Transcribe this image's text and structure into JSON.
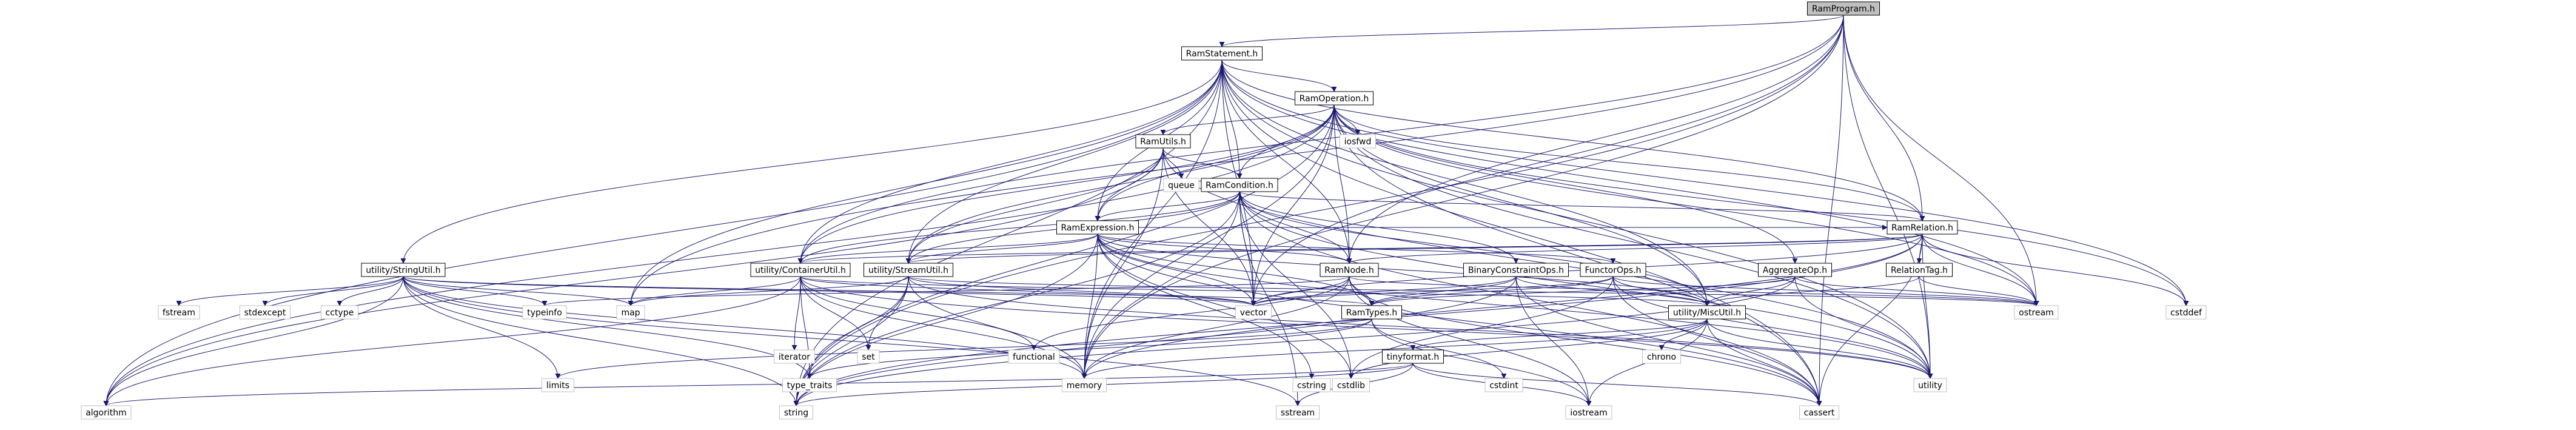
{
  "colors": {
    "edge": "#191970",
    "node_border": "#bfbfbf",
    "header_border": "#000000",
    "header_fill": "#bfbfbf",
    "node_fill": "#ffffff"
  },
  "graph": {
    "root": "RamProgram.h",
    "nodes": [
      {
        "id": "RamProgram.h",
        "label": "RamProgram.h",
        "type": "header",
        "focus": true
      },
      {
        "id": "RamStatement.h",
        "label": "RamStatement.h",
        "type": "header"
      },
      {
        "id": "RamOperation.h",
        "label": "RamOperation.h",
        "type": "header"
      },
      {
        "id": "RamUtils.h",
        "label": "RamUtils.h",
        "type": "header"
      },
      {
        "id": "RamCondition.h",
        "label": "RamCondition.h",
        "type": "header"
      },
      {
        "id": "RamExpression.h",
        "label": "RamExpression.h",
        "type": "header"
      },
      {
        "id": "RamRelation.h",
        "label": "RamRelation.h",
        "type": "header"
      },
      {
        "id": "RamNode.h",
        "label": "RamNode.h",
        "type": "header"
      },
      {
        "id": "RamTypes.h",
        "label": "RamTypes.h",
        "type": "header"
      },
      {
        "id": "RelationTag.h",
        "label": "RelationTag.h",
        "type": "header"
      },
      {
        "id": "AggregateOp.h",
        "label": "AggregateOp.h",
        "type": "header"
      },
      {
        "id": "BinaryConstraintOps.h",
        "label": "BinaryConstraintOps.h",
        "type": "header"
      },
      {
        "id": "FunctorOps.h",
        "label": "FunctorOps.h",
        "type": "header"
      },
      {
        "id": "utility/StringUtil.h",
        "label": "utility/StringUtil.h",
        "type": "header"
      },
      {
        "id": "utility/ContainerUtil.h",
        "label": "utility/ContainerUtil.h",
        "type": "header"
      },
      {
        "id": "utility/StreamUtil.h",
        "label": "utility/StreamUtil.h",
        "type": "header"
      },
      {
        "id": "utility/MiscUtil.h",
        "label": "utility/MiscUtil.h",
        "type": "header"
      },
      {
        "id": "tinyformat.h",
        "label": "tinyformat.h",
        "type": "header"
      },
      {
        "id": "iosfwd",
        "label": "iosfwd",
        "type": "system"
      },
      {
        "id": "queue",
        "label": "queue",
        "type": "system"
      },
      {
        "id": "cstddef",
        "label": "cstddef",
        "type": "system"
      },
      {
        "id": "fstream",
        "label": "fstream",
        "type": "system"
      },
      {
        "id": "stdexcept",
        "label": "stdexcept",
        "type": "system"
      },
      {
        "id": "cctype",
        "label": "cctype",
        "type": "system"
      },
      {
        "id": "typeinfo",
        "label": "typeinfo",
        "type": "system"
      },
      {
        "id": "map",
        "label": "map",
        "type": "system"
      },
      {
        "id": "iterator",
        "label": "iterator",
        "type": "system"
      },
      {
        "id": "set",
        "label": "set",
        "type": "system"
      },
      {
        "id": "functional",
        "label": "functional",
        "type": "system"
      },
      {
        "id": "vector",
        "label": "vector",
        "type": "system"
      },
      {
        "id": "ostream",
        "label": "ostream",
        "type": "system"
      },
      {
        "id": "limits",
        "label": "limits",
        "type": "system"
      },
      {
        "id": "type_traits",
        "label": "type_traits",
        "type": "system"
      },
      {
        "id": "memory",
        "label": "memory",
        "type": "system"
      },
      {
        "id": "cstring",
        "label": "cstring",
        "type": "system"
      },
      {
        "id": "cstdlib",
        "label": "cstdlib",
        "type": "system"
      },
      {
        "id": "cstdint",
        "label": "cstdint",
        "type": "system"
      },
      {
        "id": "chrono",
        "label": "chrono",
        "type": "system"
      },
      {
        "id": "utility",
        "label": "utility",
        "type": "system"
      },
      {
        "id": "algorithm",
        "label": "algorithm",
        "type": "system"
      },
      {
        "id": "string",
        "label": "string",
        "type": "system"
      },
      {
        "id": "sstream",
        "label": "sstream",
        "type": "system"
      },
      {
        "id": "iostream",
        "label": "iostream",
        "type": "system"
      },
      {
        "id": "cassert",
        "label": "cassert",
        "type": "system"
      }
    ],
    "edges": [
      {
        "from": "RamProgram.h",
        "to": "RamStatement.h"
      },
      {
        "from": "RamProgram.h",
        "to": "RamRelation.h"
      },
      {
        "from": "RamProgram.h",
        "to": "RamNode.h"
      },
      {
        "from": "RamProgram.h",
        "to": "utility/ContainerUtil.h"
      },
      {
        "from": "RamProgram.h",
        "to": "map"
      },
      {
        "from": "RamProgram.h",
        "to": "memory"
      },
      {
        "from": "RamProgram.h",
        "to": "vector"
      },
      {
        "from": "RamProgram.h",
        "to": "string"
      },
      {
        "from": "RamProgram.h",
        "to": "ostream"
      },
      {
        "from": "RamProgram.h",
        "to": "utility"
      },
      {
        "from": "RamProgram.h",
        "to": "cassert"
      },
      {
        "from": "RamStatement.h",
        "to": "RamOperation.h"
      },
      {
        "from": "RamStatement.h",
        "to": "RamCondition.h"
      },
      {
        "from": "RamStatement.h",
        "to": "RamExpression.h"
      },
      {
        "from": "RamStatement.h",
        "to": "RamRelation.h"
      },
      {
        "from": "RamStatement.h",
        "to": "RamNode.h"
      },
      {
        "from": "RamStatement.h",
        "to": "utility/StringUtil.h"
      },
      {
        "from": "RamStatement.h",
        "to": "utility/ContainerUtil.h"
      },
      {
        "from": "RamStatement.h",
        "to": "utility/StreamUtil.h"
      },
      {
        "from": "RamStatement.h",
        "to": "utility/MiscUtil.h"
      },
      {
        "from": "RamStatement.h",
        "to": "algorithm"
      },
      {
        "from": "RamStatement.h",
        "to": "map"
      },
      {
        "from": "RamStatement.h",
        "to": "memory"
      },
      {
        "from": "RamStatement.h",
        "to": "vector"
      },
      {
        "from": "RamStatement.h",
        "to": "string"
      },
      {
        "from": "RamStatement.h",
        "to": "ostream"
      },
      {
        "from": "RamStatement.h",
        "to": "utility"
      },
      {
        "from": "RamStatement.h",
        "to": "cassert"
      },
      {
        "from": "RamStatement.h",
        "to": "cstddef"
      },
      {
        "from": "RamOperation.h",
        "to": "RamUtils.h"
      },
      {
        "from": "RamOperation.h",
        "to": "RamCondition.h"
      },
      {
        "from": "RamOperation.h",
        "to": "RamExpression.h"
      },
      {
        "from": "RamOperation.h",
        "to": "RamRelation.h"
      },
      {
        "from": "RamOperation.h",
        "to": "RamNode.h"
      },
      {
        "from": "RamOperation.h",
        "to": "AggregateOp.h"
      },
      {
        "from": "RamOperation.h",
        "to": "utility/ContainerUtil.h"
      },
      {
        "from": "RamOperation.h",
        "to": "utility/StreamUtil.h"
      },
      {
        "from": "RamOperation.h",
        "to": "utility/MiscUtil.h"
      },
      {
        "from": "RamOperation.h",
        "to": "iosfwd"
      },
      {
        "from": "RamOperation.h",
        "to": "cstddef"
      },
      {
        "from": "RamOperation.h",
        "to": "algorithm"
      },
      {
        "from": "RamOperation.h",
        "to": "memory"
      },
      {
        "from": "RamOperation.h",
        "to": "vector"
      },
      {
        "from": "RamOperation.h",
        "to": "string"
      },
      {
        "from": "RamOperation.h",
        "to": "ostream"
      },
      {
        "from": "RamOperation.h",
        "to": "utility"
      },
      {
        "from": "RamOperation.h",
        "to": "cassert"
      },
      {
        "from": "RamUtils.h",
        "to": "RamCondition.h"
      },
      {
        "from": "RamUtils.h",
        "to": "RamExpression.h"
      },
      {
        "from": "RamUtils.h",
        "to": "utility/StreamUtil.h"
      },
      {
        "from": "RamUtils.h",
        "to": "queue"
      },
      {
        "from": "RamUtils.h",
        "to": "algorithm"
      },
      {
        "from": "RamUtils.h",
        "to": "memory"
      },
      {
        "from": "RamUtils.h",
        "to": "vector"
      },
      {
        "from": "RamUtils.h",
        "to": "utility"
      },
      {
        "from": "RamCondition.h",
        "to": "RamExpression.h"
      },
      {
        "from": "RamCondition.h",
        "to": "RamRelation.h"
      },
      {
        "from": "RamCondition.h",
        "to": "RamNode.h"
      },
      {
        "from": "RamCondition.h",
        "to": "BinaryConstraintOps.h"
      },
      {
        "from": "RamCondition.h",
        "to": "utility/ContainerUtil.h"
      },
      {
        "from": "RamCondition.h",
        "to": "utility/MiscUtil.h"
      },
      {
        "from": "RamCondition.h",
        "to": "utility/StreamUtil.h"
      },
      {
        "from": "RamCondition.h",
        "to": "memory"
      },
      {
        "from": "RamCondition.h",
        "to": "vector"
      },
      {
        "from": "RamCondition.h",
        "to": "string"
      },
      {
        "from": "RamCondition.h",
        "to": "sstream"
      },
      {
        "from": "RamCondition.h",
        "to": "utility"
      },
      {
        "from": "RamCondition.h",
        "to": "cassert"
      },
      {
        "from": "RamCondition.h",
        "to": "cstdlib"
      },
      {
        "from": "RamExpression.h",
        "to": "RamNode.h"
      },
      {
        "from": "RamExpression.h",
        "to": "RamRelation.h"
      },
      {
        "from": "RamExpression.h",
        "to": "RamTypes.h"
      },
      {
        "from": "RamExpression.h",
        "to": "FunctorOps.h"
      },
      {
        "from": "RamExpression.h",
        "to": "utility/ContainerUtil.h"
      },
      {
        "from": "RamExpression.h",
        "to": "utility/StreamUtil.h"
      },
      {
        "from": "RamExpression.h",
        "to": "utility/MiscUtil.h"
      },
      {
        "from": "RamExpression.h",
        "to": "memory"
      },
      {
        "from": "RamExpression.h",
        "to": "vector"
      },
      {
        "from": "RamExpression.h",
        "to": "string"
      },
      {
        "from": "RamExpression.h",
        "to": "cstring"
      },
      {
        "from": "RamExpression.h",
        "to": "cstdlib"
      },
      {
        "from": "RamExpression.h",
        "to": "utility"
      },
      {
        "from": "RamExpression.h",
        "to": "cassert"
      },
      {
        "from": "RamRelation.h",
        "to": "RamNode.h"
      },
      {
        "from": "RamRelation.h",
        "to": "RelationTag.h"
      },
      {
        "from": "RamRelation.h",
        "to": "utility/ContainerUtil.h"
      },
      {
        "from": "RamRelation.h",
        "to": "utility/StreamUtil.h"
      },
      {
        "from": "RamRelation.h",
        "to": "cstddef"
      },
      {
        "from": "RamRelation.h",
        "to": "memory"
      },
      {
        "from": "RamRelation.h",
        "to": "string"
      },
      {
        "from": "RamRelation.h",
        "to": "vector"
      },
      {
        "from": "RamRelation.h",
        "to": "ostream"
      },
      {
        "from": "RamRelation.h",
        "to": "utility"
      },
      {
        "from": "RamRelation.h",
        "to": "cassert"
      },
      {
        "from": "RamNode.h",
        "to": "RamTypes.h"
      },
      {
        "from": "RamNode.h",
        "to": "functional"
      },
      {
        "from": "RamNode.h",
        "to": "typeinfo"
      },
      {
        "from": "RamNode.h",
        "to": "memory"
      },
      {
        "from": "RamNode.h",
        "to": "vector"
      },
      {
        "from": "RamNode.h",
        "to": "ostream"
      },
      {
        "from": "RamNode.h",
        "to": "iostream"
      },
      {
        "from": "RamNode.h",
        "to": "cassert"
      },
      {
        "from": "RamTypes.h",
        "to": "limits"
      },
      {
        "from": "RamTypes.h",
        "to": "type_traits"
      },
      {
        "from": "RamTypes.h",
        "to": "cstdint"
      },
      {
        "from": "RamTypes.h",
        "to": "iostream"
      },
      {
        "from": "RelationTag.h",
        "to": "utility/MiscUtil.h"
      },
      {
        "from": "RelationTag.h",
        "to": "ostream"
      },
      {
        "from": "AggregateOp.h",
        "to": "utility/MiscUtil.h"
      },
      {
        "from": "AggregateOp.h",
        "to": "RamTypes.h"
      },
      {
        "from": "AggregateOp.h",
        "to": "ostream"
      },
      {
        "from": "AggregateOp.h",
        "to": "utility"
      },
      {
        "from": "AggregateOp.h",
        "to": "string"
      },
      {
        "from": "BinaryConstraintOps.h",
        "to": "RamTypes.h"
      },
      {
        "from": "BinaryConstraintOps.h",
        "to": "utility/MiscUtil.h"
      },
      {
        "from": "BinaryConstraintOps.h",
        "to": "iostream"
      },
      {
        "from": "BinaryConstraintOps.h",
        "to": "string"
      },
      {
        "from": "BinaryConstraintOps.h",
        "to": "vector"
      },
      {
        "from": "BinaryConstraintOps.h",
        "to": "cassert"
      },
      {
        "from": "FunctorOps.h",
        "to": "RamTypes.h"
      },
      {
        "from": "FunctorOps.h",
        "to": "utility/MiscUtil.h"
      },
      {
        "from": "FunctorOps.h",
        "to": "ostream"
      },
      {
        "from": "FunctorOps.h",
        "to": "vector"
      },
      {
        "from": "FunctorOps.h",
        "to": "cstdlib"
      },
      {
        "from": "FunctorOps.h",
        "to": "utility"
      },
      {
        "from": "FunctorOps.h",
        "to": "cassert"
      },
      {
        "from": "utility/StringUtil.h",
        "to": "fstream"
      },
      {
        "from": "utility/StringUtil.h",
        "to": "stdexcept"
      },
      {
        "from": "utility/StringUtil.h",
        "to": "cctype"
      },
      {
        "from": "utility/StringUtil.h",
        "to": "typeinfo"
      },
      {
        "from": "utility/StringUtil.h",
        "to": "map"
      },
      {
        "from": "utility/StringUtil.h",
        "to": "vector"
      },
      {
        "from": "utility/StringUtil.h",
        "to": "RamTypes.h"
      },
      {
        "from": "utility/StringUtil.h",
        "to": "limits"
      },
      {
        "from": "utility/StringUtil.h",
        "to": "type_traits"
      },
      {
        "from": "utility/StringUtil.h",
        "to": "memory"
      },
      {
        "from": "utility/StringUtil.h",
        "to": "algorithm"
      },
      {
        "from": "utility/StringUtil.h",
        "to": "string"
      },
      {
        "from": "utility/StringUtil.h",
        "to": "sstream"
      },
      {
        "from": "utility/ContainerUtil.h",
        "to": "utility/MiscUtil.h"
      },
      {
        "from": "utility/ContainerUtil.h",
        "to": "iterator"
      },
      {
        "from": "utility/ContainerUtil.h",
        "to": "set"
      },
      {
        "from": "utility/ContainerUtil.h",
        "to": "functional"
      },
      {
        "from": "utility/ContainerUtil.h",
        "to": "map"
      },
      {
        "from": "utility/ContainerUtil.h",
        "to": "vector"
      },
      {
        "from": "utility/ContainerUtil.h",
        "to": "type_traits"
      },
      {
        "from": "utility/ContainerUtil.h",
        "to": "memory"
      },
      {
        "from": "utility/ContainerUtil.h",
        "to": "algorithm"
      },
      {
        "from": "utility/ContainerUtil.h",
        "to": "utility"
      },
      {
        "from": "utility/StreamUtil.h",
        "to": "map"
      },
      {
        "from": "utility/StreamUtil.h",
        "to": "set"
      },
      {
        "from": "utility/StreamUtil.h",
        "to": "vector"
      },
      {
        "from": "utility/StreamUtil.h",
        "to": "ostream"
      },
      {
        "from": "utility/StreamUtil.h",
        "to": "memory"
      },
      {
        "from": "utility/StreamUtil.h",
        "to": "type_traits"
      },
      {
        "from": "utility/StreamUtil.h",
        "to": "string"
      },
      {
        "from": "utility/StreamUtil.h",
        "to": "utility"
      },
      {
        "from": "utility/MiscUtil.h",
        "to": "tinyformat.h"
      },
      {
        "from": "utility/MiscUtil.h",
        "to": "chrono"
      },
      {
        "from": "utility/MiscUtil.h",
        "to": "iostream"
      },
      {
        "from": "utility/MiscUtil.h",
        "to": "memory"
      },
      {
        "from": "utility/MiscUtil.h",
        "to": "utility"
      },
      {
        "from": "utility/MiscUtil.h",
        "to": "cassert"
      },
      {
        "from": "utility/MiscUtil.h",
        "to": "cstdlib"
      },
      {
        "from": "tinyformat.h",
        "to": "algorithm"
      },
      {
        "from": "tinyformat.h",
        "to": "cassert"
      },
      {
        "from": "tinyformat.h",
        "to": "iostream"
      },
      {
        "from": "tinyformat.h",
        "to": "sstream"
      },
      {
        "from": "tinyformat.h",
        "to": "string"
      }
    ]
  }
}
